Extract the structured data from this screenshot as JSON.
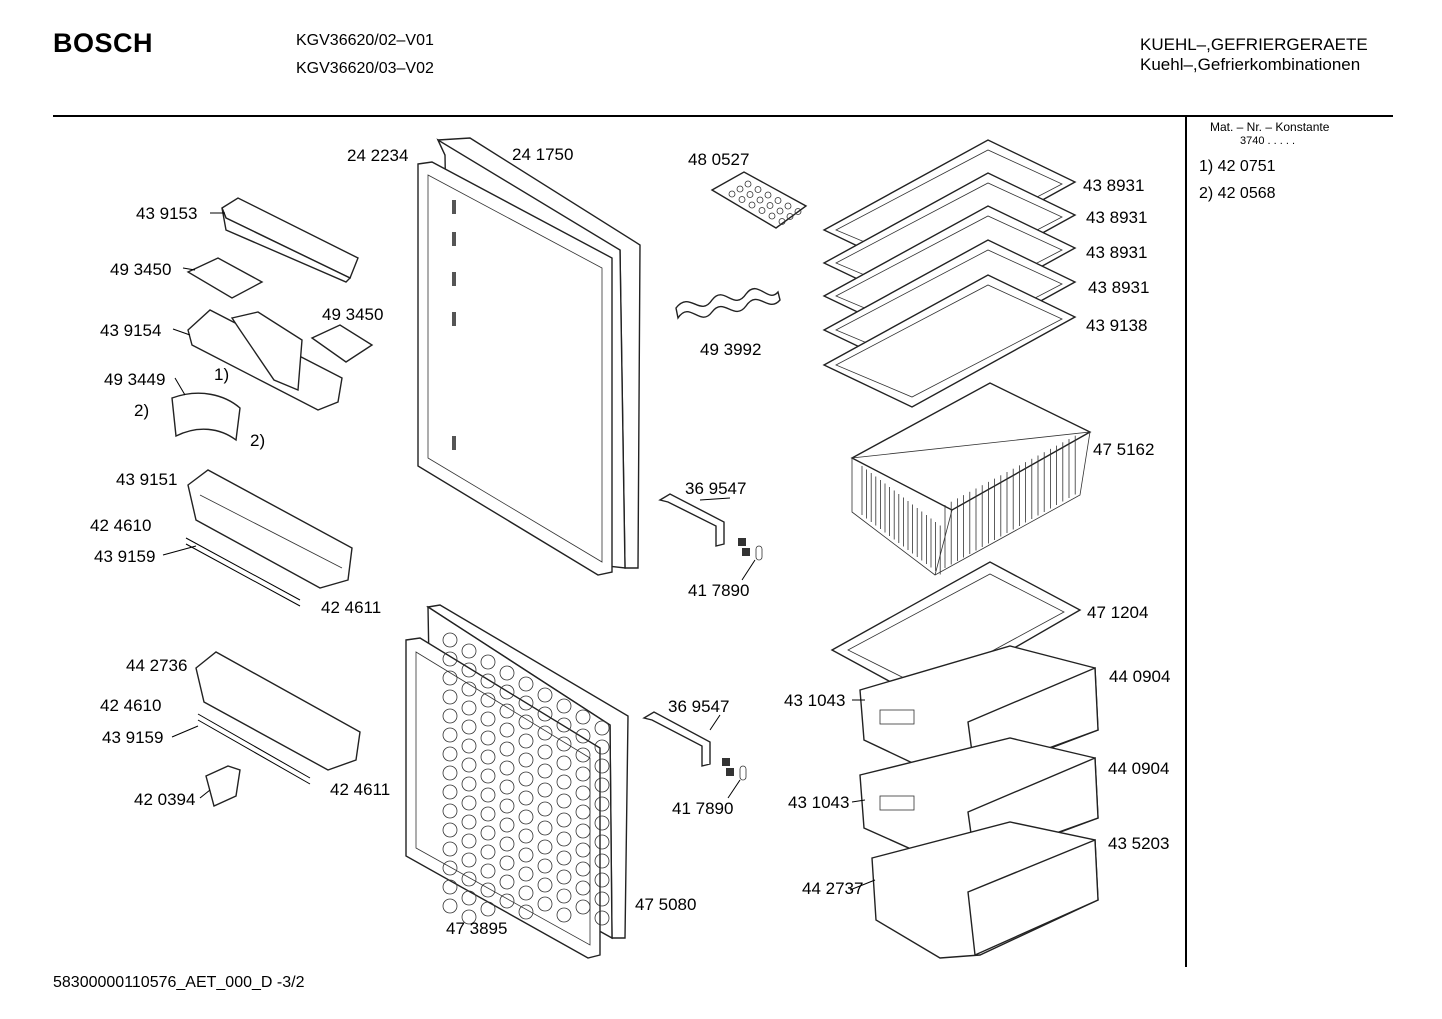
{
  "header": {
    "brand": "BOSCH",
    "models": [
      "KGV36620/02–V01",
      "KGV36620/03–V02"
    ],
    "category": [
      "KUEHL–,GEFRIERGERAETE",
      "Kuehl–,Gefrierkombinationen"
    ]
  },
  "sidebar": {
    "mat_title": "Mat. – Nr. – Konstante",
    "mat_value": "3740  .  .  .  .  .",
    "footnotes": [
      "1)  42 0751",
      "2)  42 0568"
    ]
  },
  "footer": {
    "doc_id": "58300000110576_AET_000_D -3/2"
  },
  "parts": {
    "p242234": "24 2234",
    "p241750": "24 1750",
    "p480527": "48 0527",
    "p439153": "43 9153",
    "p493450a": "49 3450",
    "p439154": "43 9154",
    "p493450b": "49 3450",
    "p493449": "49 3449",
    "note1": "1)",
    "note2a": "2)",
    "note2b": "2)",
    "p493992": "49 3992",
    "p438931a": "43 8931",
    "p438931b": "43 8931",
    "p438931c": "43 8931",
    "p438931d": "43 8931",
    "p439138": "43 9138",
    "p475162": "47 5162",
    "p439151": "43 9151",
    "p424610a": "42 4610",
    "p439159a": "43 9159",
    "p424611a": "42 4611",
    "p369547a": "36 9547",
    "p417890a": "41 7890",
    "p471204": "47 1204",
    "p442736": "44 2736",
    "p424610b": "42 4610",
    "p439159b": "43 9159",
    "p420394": "42 0394",
    "p424611b": "42 4611",
    "p369547b": "36 9547",
    "p417890b": "41 7890",
    "p475080": "47 5080",
    "p473895": "47 3895",
    "p431043a": "43 1043",
    "p431043b": "43 1043",
    "p440904a": "44 0904",
    "p440904b": "44 0904",
    "p435203": "43 5203",
    "p442737": "44 2737"
  }
}
